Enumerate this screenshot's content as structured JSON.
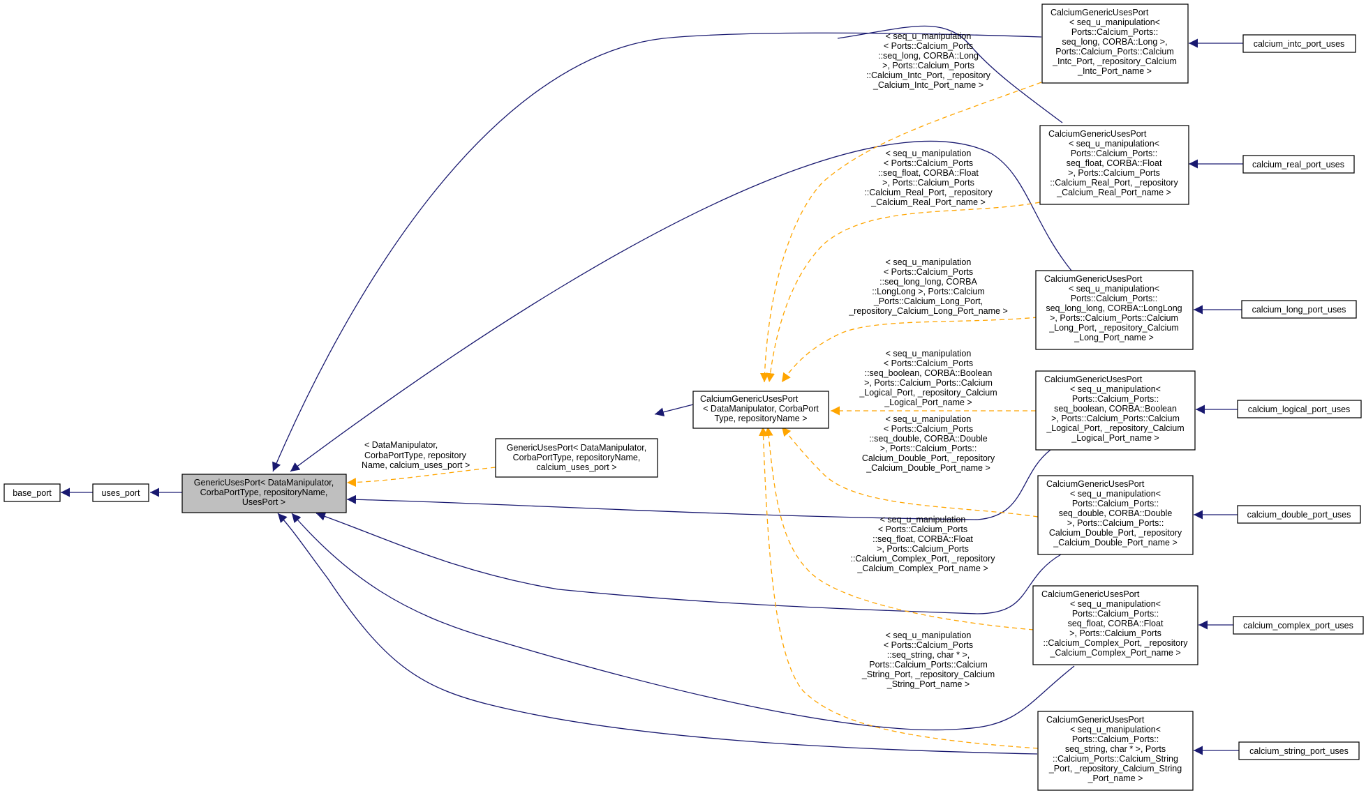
{
  "colors": {
    "inheritance": "#191970",
    "template_instance": "#ffa500",
    "highlight_fill": "#bfbfbf"
  },
  "nodes": {
    "base_port": [
      "base_port"
    ],
    "uses_port": [
      "uses_port"
    ],
    "generic_uses_port": [
      "GenericUsesPort< DataManipulator,",
      "CorbaPortType, repositoryName,",
      "UsesPort >"
    ],
    "generic_uses_port_calcium": [
      "GenericUsesPort< DataManipulator,",
      "CorbaPortType, repositoryName,",
      "calcium_uses_port >"
    ],
    "calcium_generic_template": [
      "CalciumGenericUsesPort",
      "< DataManipulator, CorbaPort",
      "Type, repositoryName >"
    ],
    "cgup_intc": [
      "CalciumGenericUsesPort",
      "< seq_u_manipulation<",
      "Ports::Calcium_Ports::",
      "seq_long, CORBA::Long >,",
      "Ports::Calcium_Ports::Calcium",
      "_Intc_Port, _repository_Calcium",
      "_Intc_Port_name >"
    ],
    "cgup_real": [
      "CalciumGenericUsesPort",
      "< seq_u_manipulation<",
      "Ports::Calcium_Ports::",
      "seq_float, CORBA::Float",
      ">, Ports::Calcium_Ports",
      "::Calcium_Real_Port, _repository",
      "_Calcium_Real_Port_name >"
    ],
    "cgup_long": [
      "CalciumGenericUsesPort",
      "< seq_u_manipulation<",
      "Ports::Calcium_Ports::",
      "seq_long_long, CORBA::LongLong",
      ">, Ports::Calcium_Ports::Calcium",
      "_Long_Port, _repository_Calcium",
      "_Long_Port_name >"
    ],
    "cgup_logical": [
      "CalciumGenericUsesPort",
      "< seq_u_manipulation<",
      "Ports::Calcium_Ports::",
      "seq_boolean, CORBA::Boolean",
      ">, Ports::Calcium_Ports::Calcium",
      "_Logical_Port, _repository_Calcium",
      "_Logical_Port_name >"
    ],
    "cgup_double": [
      "CalciumGenericUsesPort",
      "< seq_u_manipulation<",
      "Ports::Calcium_Ports::",
      "seq_double, CORBA::Double",
      ">, Ports::Calcium_Ports::",
      "Calcium_Double_Port, _repository",
      "_Calcium_Double_Port_name >"
    ],
    "cgup_complex": [
      "CalciumGenericUsesPort",
      "< seq_u_manipulation<",
      "Ports::Calcium_Ports::",
      "seq_float, CORBA::Float",
      ">, Ports::Calcium_Ports",
      "::Calcium_Complex_Port, _repository",
      "_Calcium_Complex_Port_name >"
    ],
    "cgup_string": [
      "CalciumGenericUsesPort",
      "< seq_u_manipulation<",
      "Ports::Calcium_Ports::",
      "seq_string, char * >, Ports",
      "::Calcium_Ports::Calcium_String",
      "_Port, _repository_Calcium_String",
      "_Port_name >"
    ],
    "calcium_intc_port_uses": [
      "calcium_intc_port_uses"
    ],
    "calcium_real_port_uses": [
      "calcium_real_port_uses"
    ],
    "calcium_long_port_uses": [
      "calcium_long_port_uses"
    ],
    "calcium_logical_port_uses": [
      "calcium_logical_port_uses"
    ],
    "calcium_double_port_uses": [
      "calcium_double_port_uses"
    ],
    "calcium_complex_port_uses": [
      "calcium_complex_port_uses"
    ],
    "calcium_string_port_uses": [
      "calcium_string_port_uses"
    ]
  },
  "edge_labels": {
    "calcium_uses": [
      "< DataManipulator,",
      "CorbaPortType, repository",
      "Name, calcium_uses_port >"
    ],
    "intc": [
      "< seq_u_manipulation",
      "< Ports::Calcium_Ports",
      "::seq_long, CORBA::Long",
      ">, Ports::Calcium_Ports",
      "::Calcium_Intc_Port, _repository",
      "_Calcium_Intc_Port_name >"
    ],
    "real": [
      "< seq_u_manipulation",
      "< Ports::Calcium_Ports",
      "::seq_float, CORBA::Float",
      ">, Ports::Calcium_Ports",
      "::Calcium_Real_Port, _repository",
      "_Calcium_Real_Port_name >"
    ],
    "long": [
      "< seq_u_manipulation",
      "< Ports::Calcium_Ports",
      "::seq_long_long, CORBA",
      "::LongLong >, Ports::Calcium",
      "_Ports::Calcium_Long_Port,",
      "_repository_Calcium_Long_Port_name >"
    ],
    "logical": [
      "< seq_u_manipulation",
      "< Ports::Calcium_Ports",
      "::seq_boolean, CORBA::Boolean",
      ">, Ports::Calcium_Ports::Calcium",
      "_Logical_Port, _repository_Calcium",
      "_Logical_Port_name >"
    ],
    "double": [
      "< seq_u_manipulation",
      "< Ports::Calcium_Ports",
      "::seq_double, CORBA::Double",
      ">, Ports::Calcium_Ports::",
      "Calcium_Double_Port, _repository",
      "_Calcium_Double_Port_name >"
    ],
    "complex": [
      "< seq_u_manipulation",
      "< Ports::Calcium_Ports",
      "::seq_float, CORBA::Float",
      ">, Ports::Calcium_Ports",
      "::Calcium_Complex_Port, _repository",
      "_Calcium_Complex_Port_name >"
    ],
    "string": [
      "< seq_u_manipulation",
      "< Ports::Calcium_Ports",
      "::seq_string, char * >,",
      "Ports::Calcium_Ports::Calcium",
      "_String_Port, _repository_Calcium",
      "_String_Port_name >"
    ]
  }
}
